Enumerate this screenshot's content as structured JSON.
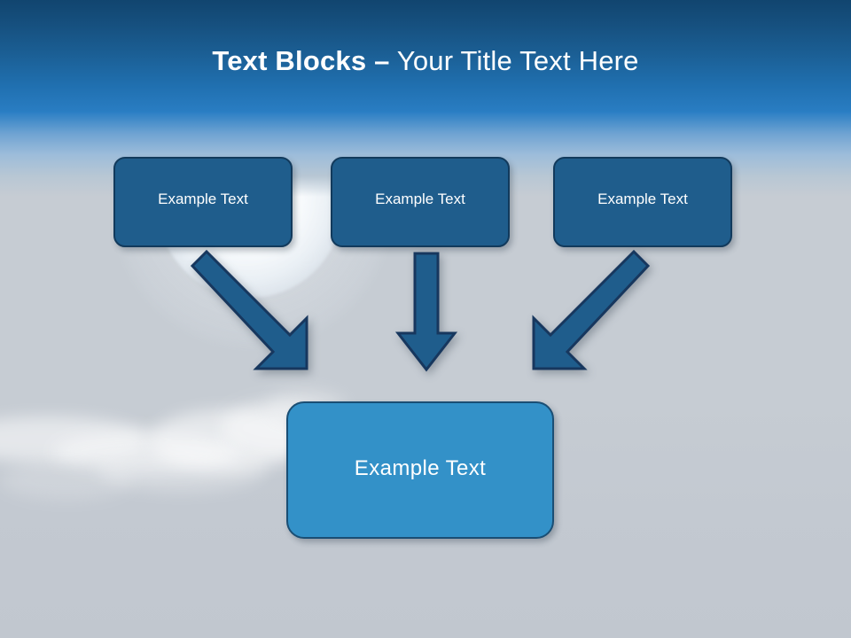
{
  "slide": {
    "title": {
      "bold_part": "Text Blocks –",
      "regular_part": " Your Title Text Here",
      "full": "Text Blocks – Your Title Text Here"
    },
    "top_blocks": [
      {
        "label": "Example Text"
      },
      {
        "label": "Example Text"
      },
      {
        "label": "Example Text"
      }
    ],
    "bottom_block": {
      "label": "Example Text"
    },
    "arrows": [
      {
        "name": "arrow-down-right",
        "direction": "down-right"
      },
      {
        "name": "arrow-down",
        "direction": "down"
      },
      {
        "name": "arrow-down-left",
        "direction": "down-left"
      }
    ],
    "colors": {
      "header_top": "#11456f",
      "header_bottom": "#2a7ec4",
      "background": "#c6ccd3",
      "top_block_fill": "#1f5d8c",
      "top_block_border": "#123a5c",
      "bottom_block_fill": "#3391c8",
      "bottom_block_border": "#1a4e74",
      "arrow_fill": "#1f5d8c",
      "arrow_border": "#17375e",
      "text": "#ffffff"
    },
    "background_elements": {
      "moon": "moon-glow",
      "clouds": "cloud-bank"
    }
  }
}
